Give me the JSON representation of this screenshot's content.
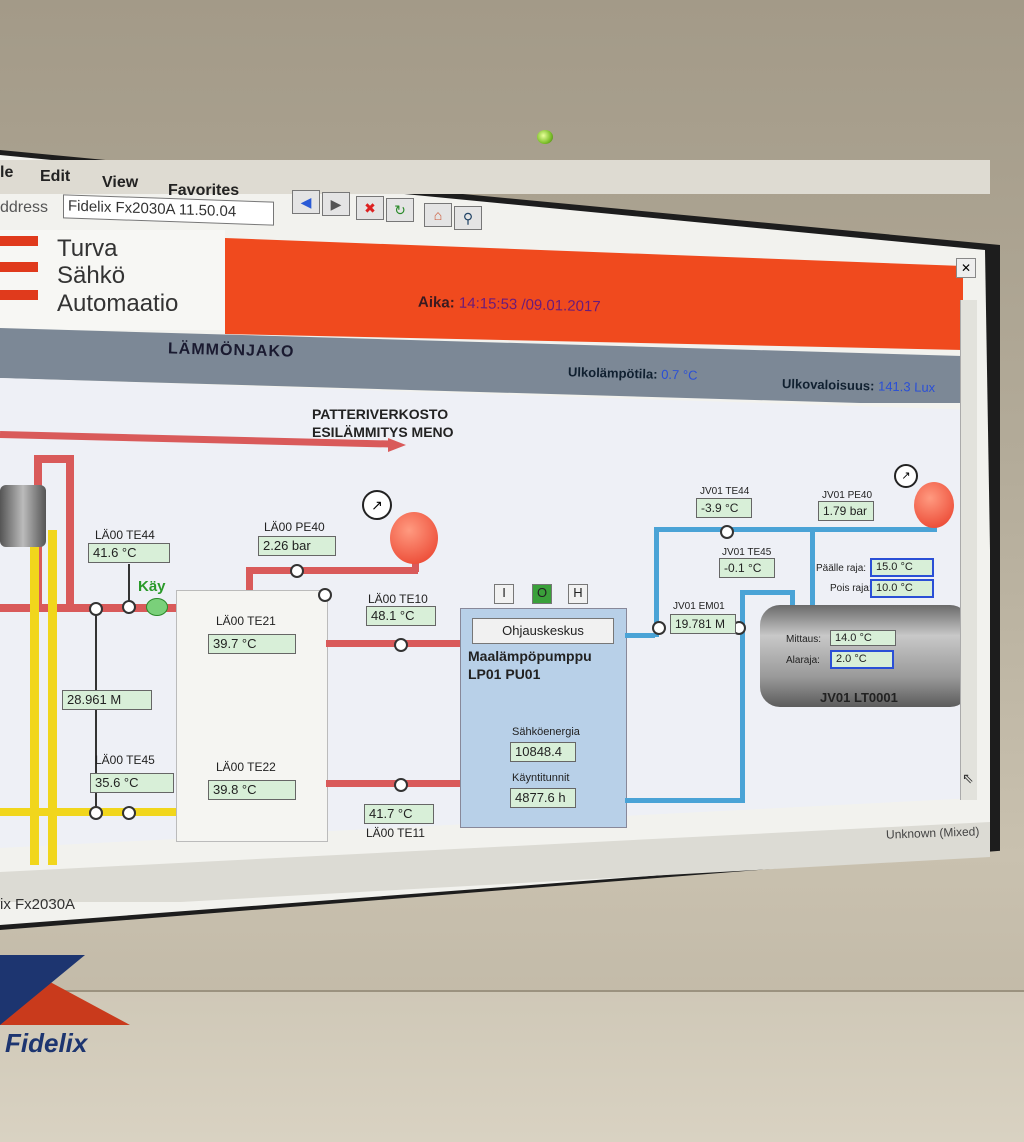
{
  "menu": [
    "le",
    "Edit",
    "View",
    "Favorites"
  ],
  "address": {
    "label": "ddress",
    "value": "Fidelix Fx2030A 11.50.04"
  },
  "logo": [
    "Turva",
    "Sähkö",
    "Automaatio"
  ],
  "header": {
    "aika_label": "Aika:",
    "time": "14:15:53",
    "date": "/09.01.2017"
  },
  "view_title": "LÄMMÖNJAKO",
  "outdoor": {
    "temp_label": "Ulkolämpötila:",
    "temp": "0.7 °C",
    "lux_label": "Ulkovaloisuus:",
    "lux": "141.3 Lux"
  },
  "diagram": {
    "arrow_label_1": "PATTERIVERKOSTO",
    "arrow_label_2": "ESILÄMMITYS MENO",
    "te44": {
      "label": "LÄ00 TE44",
      "value": "41.6 °C"
    },
    "kay": "Käy",
    "pe40": {
      "label": "LÄ00 PE40",
      "value": "2.26 bar"
    },
    "te21": {
      "label": "LÄ00 TE21",
      "value": "39.7 °C"
    },
    "te22": {
      "label": "LÄ00 TE22",
      "value": "39.8 °C"
    },
    "te10": {
      "label": "LÄ00 TE10",
      "value": "48.1 °C"
    },
    "energy": "28.961 M",
    "te45": {
      "label": "LÄ00 TE45",
      "value": "35.6 °C"
    },
    "te11": {
      "label": "LÄ00 TE11",
      "value": "41.7 °C"
    },
    "hp_buttons": [
      "I",
      "O",
      "H"
    ],
    "ohjaus": "Ohjauskeskus",
    "hp_title_1": "Maalämpöpumppu",
    "hp_title_2": "LP01 PU01",
    "sahko": {
      "label": "Sähköenergia",
      "value": "10848.4"
    },
    "kaynti": {
      "label": "Käyntitunnit",
      "value": "4877.6 h"
    },
    "jv_te44": {
      "label": "JV01 TE44",
      "value": "-3.9 °C"
    },
    "jv_pe40": {
      "label": "JV01 PE40",
      "value": "1.79 bar"
    },
    "jv_te45": {
      "label": "JV01 TE45",
      "value": "-0.1 °C"
    },
    "jv_em01": {
      "label": "JV01 EM01",
      "value": "19.781 M"
    },
    "paalle": {
      "label": "Päälle raja:",
      "value": "15.0 °C"
    },
    "pois": {
      "label": "Pois raja:",
      "value": "10.0 °C"
    },
    "mittaus": {
      "label": "Mittaus:",
      "value": "14.0 °C"
    },
    "alaraja": {
      "label": "Alaraja:",
      "value": "2.0 °C"
    },
    "tank_name": "JV01 LT0001"
  },
  "status": {
    "zone": "Unknown (Mixed)",
    "app": "ix Fx2030A"
  },
  "brand": "Fidelix"
}
